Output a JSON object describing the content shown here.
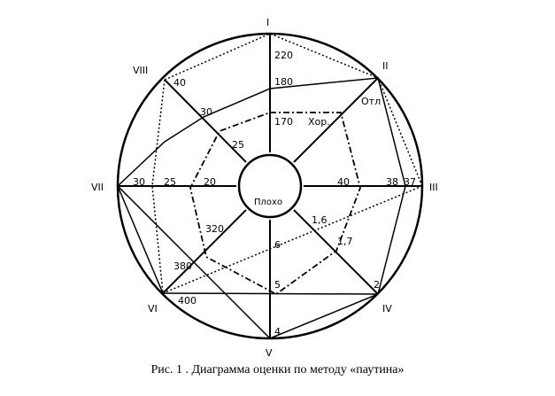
{
  "diagram": {
    "axes": [
      "I",
      "II",
      "III",
      "IV",
      "V",
      "VI",
      "VII",
      "VIII"
    ],
    "center_label": "Плохо",
    "zone_labels": {
      "good": "Хор.",
      "excellent": "Отл"
    },
    "values": {
      "I": [
        "170",
        "180",
        "220"
      ],
      "II": [],
      "III": [
        "40",
        "38",
        "37"
      ],
      "IV": [
        "1,6",
        "1,7",
        "2"
      ],
      "V": [
        "6",
        "5",
        "4"
      ],
      "VI": [
        "320",
        "380",
        "400"
      ],
      "VII": [
        "20",
        "25",
        "30"
      ],
      "VIII": [
        "25",
        "30",
        "40"
      ]
    }
  },
  "caption": "Рис. 1 . Диаграмма оценки по методу «паутина»"
}
